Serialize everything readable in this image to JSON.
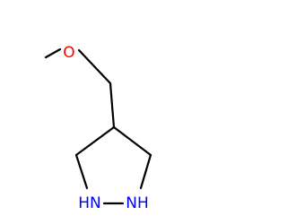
{
  "molecule": {
    "atoms": {
      "oxygen": "O",
      "nh_left": "HN",
      "nh_right": "NH"
    }
  },
  "colors": {
    "bond": "#000000",
    "oxygen": "#ff0000",
    "nitrogen": "#0000ff",
    "background": "#ffffff"
  }
}
